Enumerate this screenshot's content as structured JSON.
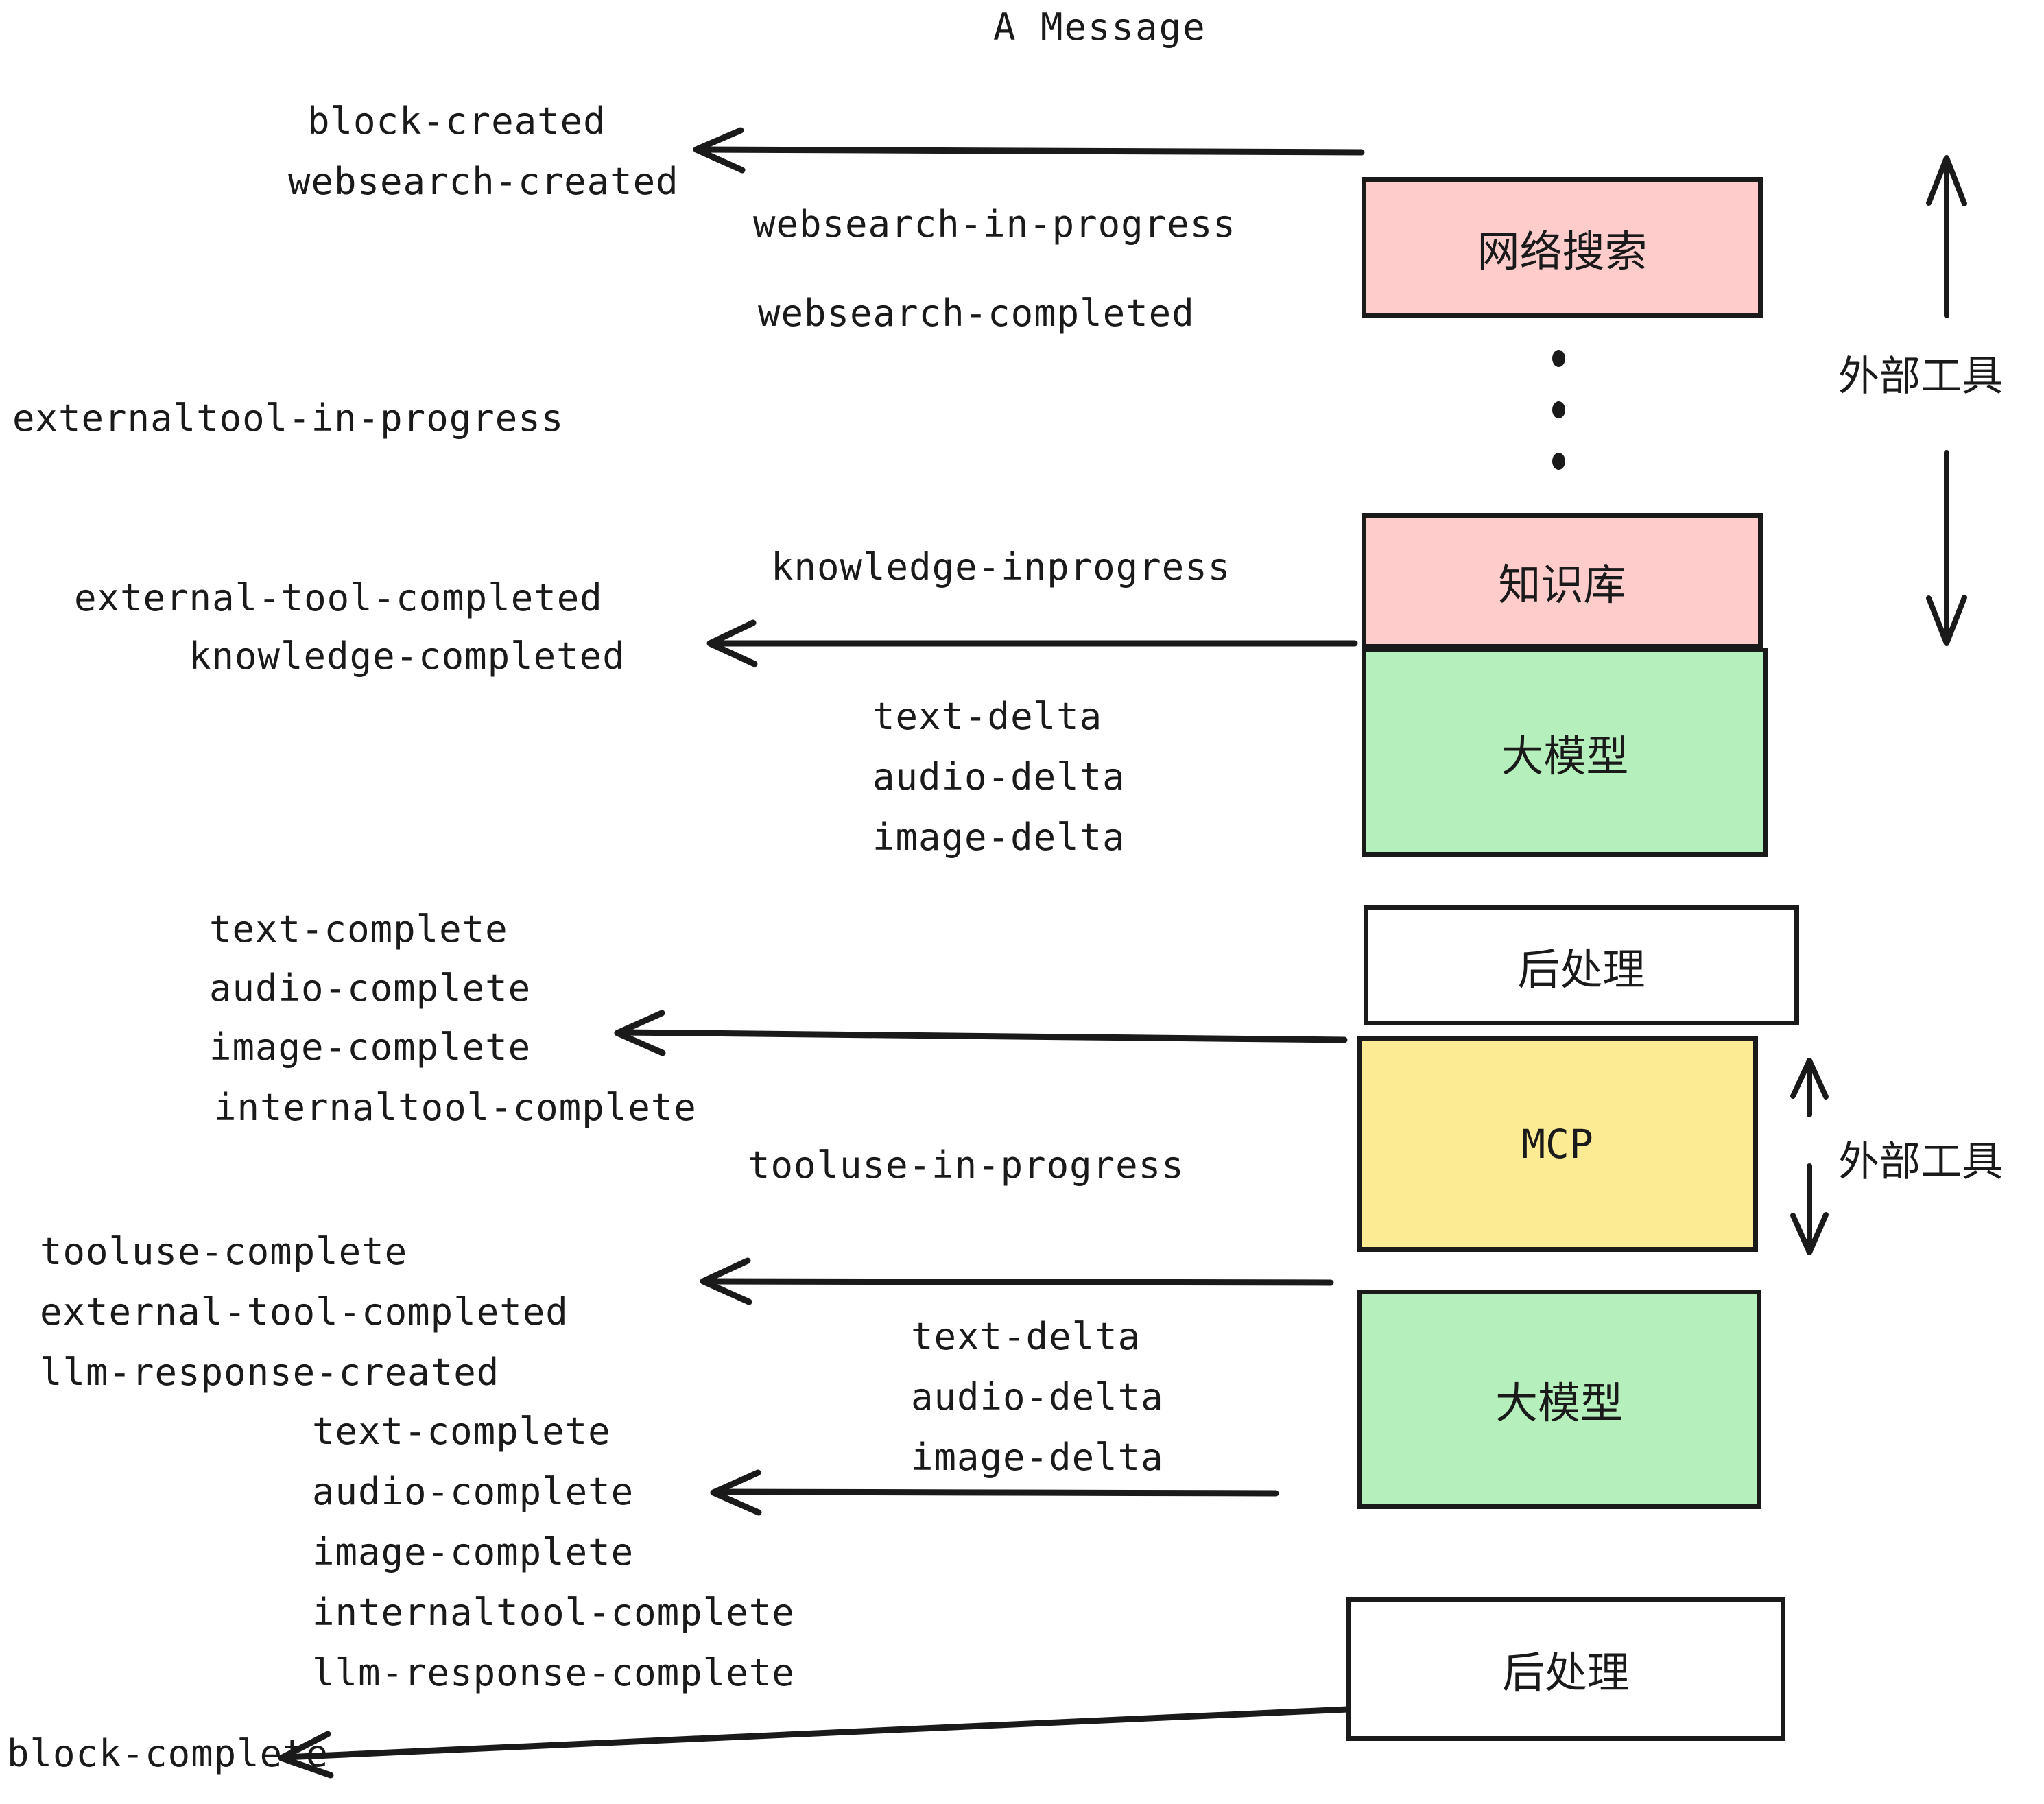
{
  "title": "A Message",
  "colors": {
    "pink": "#FFCCCC",
    "green": "#B5F0BC",
    "yellow": "#FDEB93",
    "white": "#FFFFFF",
    "stroke": "#1A1A1A"
  },
  "boxes": [
    {
      "key": "websearch",
      "label": "网络搜索",
      "fill": "#FFCCCC"
    },
    {
      "key": "knowledge",
      "label": "知识库",
      "fill": "#FFCCCC"
    },
    {
      "key": "llm_1",
      "label": "大模型",
      "fill": "#B5F0BC"
    },
    {
      "key": "postprocess_1",
      "label": "后处理",
      "fill": "#FFFFFF"
    },
    {
      "key": "mcp",
      "label": "MCP",
      "fill": "#FDEB93"
    },
    {
      "key": "llm_2",
      "label": "大模型",
      "fill": "#B5F0BC"
    },
    {
      "key": "postprocess_2",
      "label": "后处理",
      "fill": "#FFFFFF"
    }
  ],
  "side_labels": [
    {
      "key": "external_tools_top",
      "label": "外部工具"
    },
    {
      "key": "external_tools_bottom",
      "label": "外部工具"
    }
  ],
  "events": [
    {
      "key": "block_created",
      "label": "block-created"
    },
    {
      "key": "websearch_created",
      "label": "websearch-created"
    },
    {
      "key": "websearch_in_progress",
      "label": "websearch-in-progress"
    },
    {
      "key": "websearch_completed",
      "label": "websearch-completed"
    },
    {
      "key": "externaltool_in_progress",
      "label": "externaltool-in-progress"
    },
    {
      "key": "knowledge_inprogress",
      "label": "knowledge-inprogress"
    },
    {
      "key": "external_tool_completed_1",
      "label": "external-tool-completed"
    },
    {
      "key": "knowledge_completed",
      "label": "knowledge-completed"
    },
    {
      "key": "text_delta_1",
      "label": "text-delta"
    },
    {
      "key": "audio_delta_1",
      "label": "audio-delta"
    },
    {
      "key": "image_delta_1",
      "label": "image-delta"
    },
    {
      "key": "text_complete_1",
      "label": "text-complete"
    },
    {
      "key": "audio_complete_1",
      "label": "audio-complete"
    },
    {
      "key": "image_complete_1",
      "label": "image-complete"
    },
    {
      "key": "internaltool_complete_1",
      "label": "internaltool-complete"
    },
    {
      "key": "tooluse_in_progress",
      "label": "tooluse-in-progress"
    },
    {
      "key": "tooluse_complete",
      "label": "tooluse-complete"
    },
    {
      "key": "external_tool_completed_2",
      "label": "external-tool-completed"
    },
    {
      "key": "llm_response_created",
      "label": "llm-response-created"
    },
    {
      "key": "text_delta_2",
      "label": "text-delta"
    },
    {
      "key": "audio_delta_2",
      "label": "audio-delta"
    },
    {
      "key": "image_delta_2",
      "label": "image-delta"
    },
    {
      "key": "text_complete_2",
      "label": "text-complete"
    },
    {
      "key": "audio_complete_2",
      "label": "audio-complete"
    },
    {
      "key": "image_complete_2",
      "label": "image-complete"
    },
    {
      "key": "internaltool_complete_2",
      "label": "internaltool-complete"
    },
    {
      "key": "llm_response_complete",
      "label": "llm-response-complete"
    },
    {
      "key": "block_complete",
      "label": "block-complete"
    }
  ],
  "ellipsis": {
    "key": "vertical-ellipsis",
    "dots": 3
  }
}
